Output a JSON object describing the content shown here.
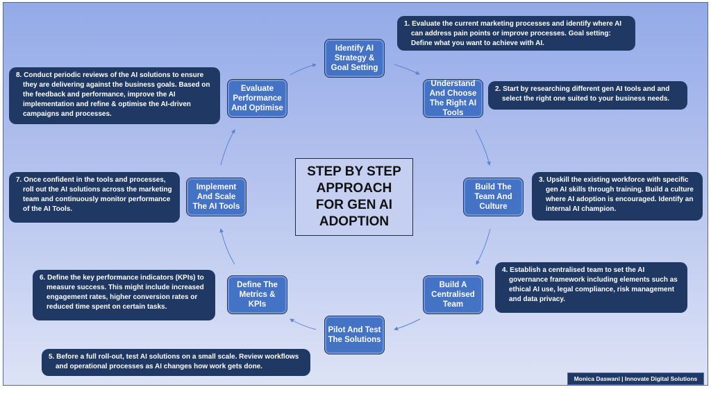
{
  "title": "STEP BY STEP APPROACH FOR GEN AI ADOPTION",
  "steps": [
    {
      "node": "Identify AI Strategy & Goal Setting",
      "desc": "1. Evaluate the current marketing processes and identify where AI can address pain points or improve processes.  Goal setting: Define what you want to achieve with AI."
    },
    {
      "node": "Understand And Choose The Right AI Tools",
      "desc": "2. Start by researching different gen AI tools and and select the right one suited to your business needs."
    },
    {
      "node": "Build The Team And Culture",
      "desc": "3. Upskill the existing workforce with specific gen AI skills through training. Build a culture where AI adoption is encouraged. Identify an internal AI champion."
    },
    {
      "node": "Build A Centralised Team",
      "desc": "4. Establish a centralised team to set the AI governance framework including elements such as ethical AI use, legal compliance, risk management and data privacy."
    },
    {
      "node": "Pilot And Test The Solutions",
      "desc": "5. Before a full roll-out, test AI solutions on a small scale. Review workflows and operational processes as AI changes how work gets done."
    },
    {
      "node": "Define The Metrics & KPIs",
      "desc": "6. Define the key performance indicators (KPIs) to measure success. This might include increased engagement rates, higher conversion rates or reduced time spent on certain tasks."
    },
    {
      "node": "Implement And Scale The AI Tools",
      "desc": "7. Once confident in the tools and processes, roll out the AI solutions across the marketing team and continuously monitor performance of the AI Tools."
    },
    {
      "node": "Evaluate Performance And Optimise",
      "desc": "8. Conduct periodic reviews of the AI solutions to ensure they are delivering against the business goals. Based on the feedback and performance, improve the AI implementation and refine & optimise the AI-driven campaigns and processes."
    }
  ],
  "credit": "Monica Daswani | Innovate Digital Solutions",
  "colors": {
    "node": "#4472c4",
    "desc": "#1f3864",
    "arrow": "#5b85d0"
  }
}
